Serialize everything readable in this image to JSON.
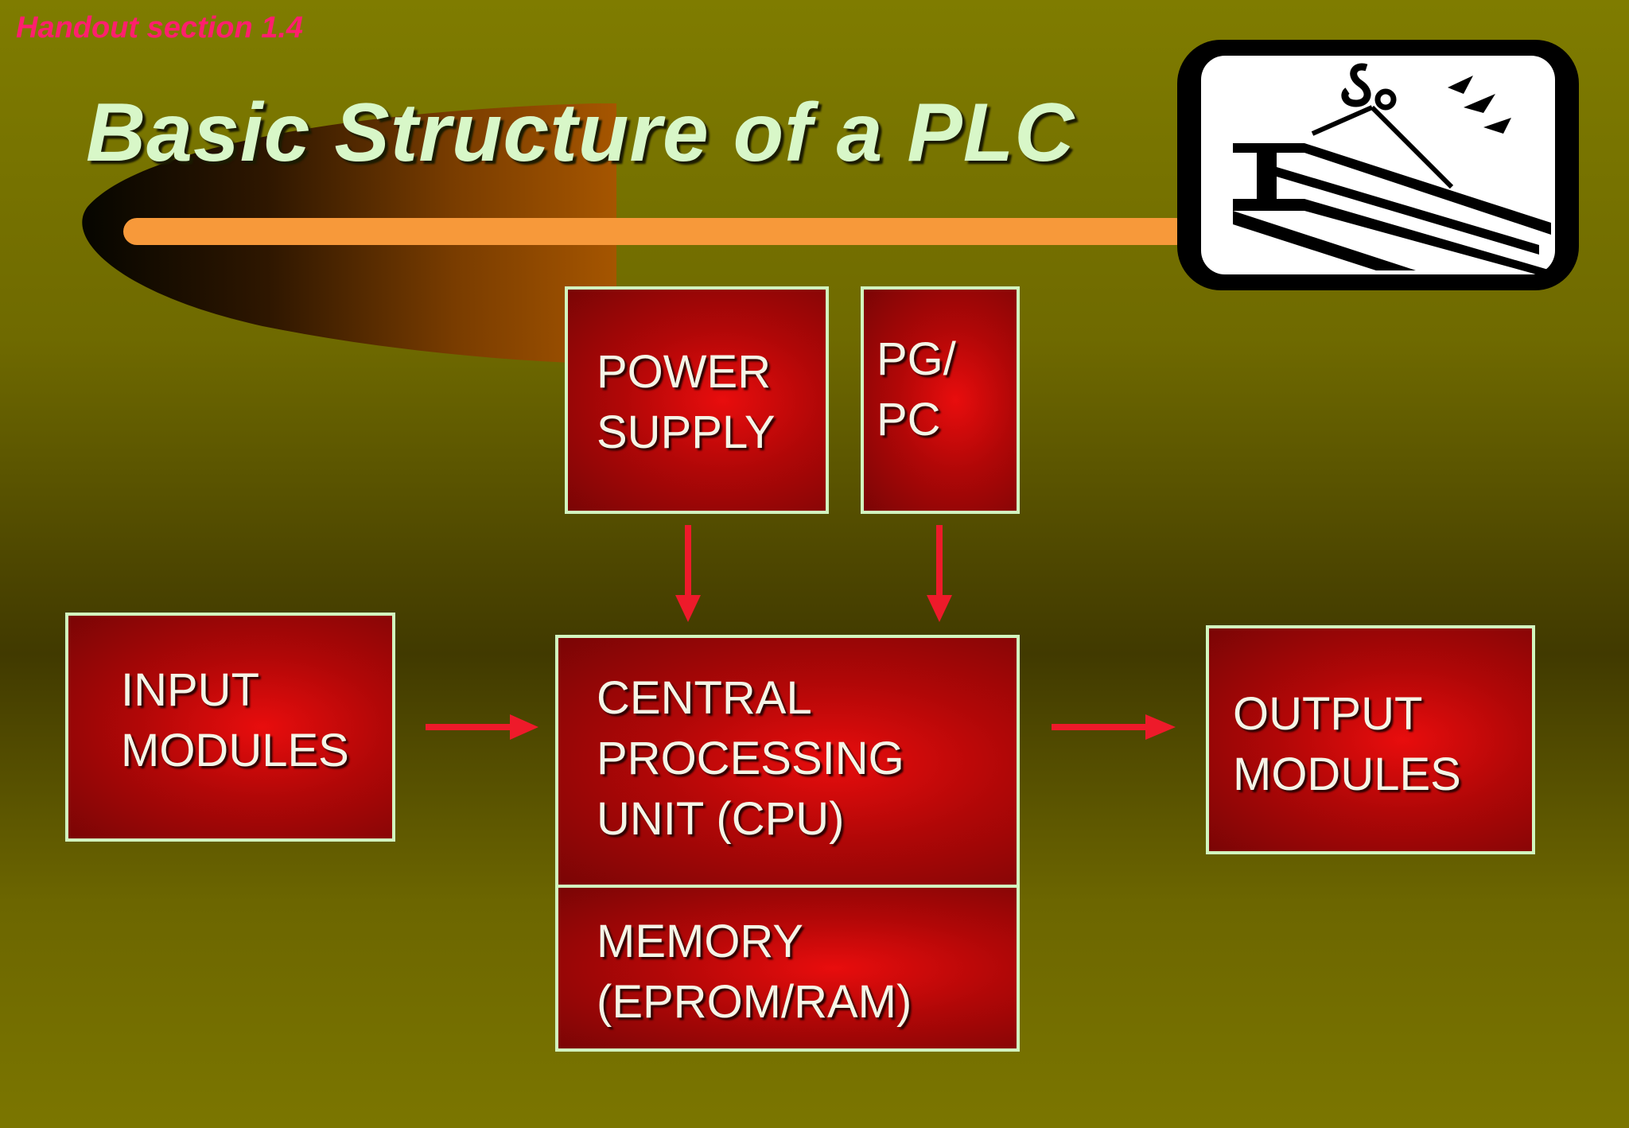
{
  "header": {
    "handout": "Handout section 1.4",
    "title": "Basic Structure of a PLC"
  },
  "logo": {
    "icon": "crane-hook-girder-icon"
  },
  "colors": {
    "accent_line": "#f7993a",
    "box_border": "#d2f5bf",
    "box_fill": "#c00808",
    "arrow": "#ee1a2a",
    "title": "#d8f7c8",
    "handout": "#ff1f6e"
  },
  "diagram": {
    "power_supply": "POWER\nSUPPLY",
    "pg_pc": "PG/\nPC",
    "input_modules": "INPUT\nMODULES",
    "cpu": "CENTRAL\nPROCESSING\nUNIT (CPU)",
    "memory": "MEMORY\n(EPROM/RAM)",
    "output_modules": "OUTPUT\nMODULES"
  }
}
